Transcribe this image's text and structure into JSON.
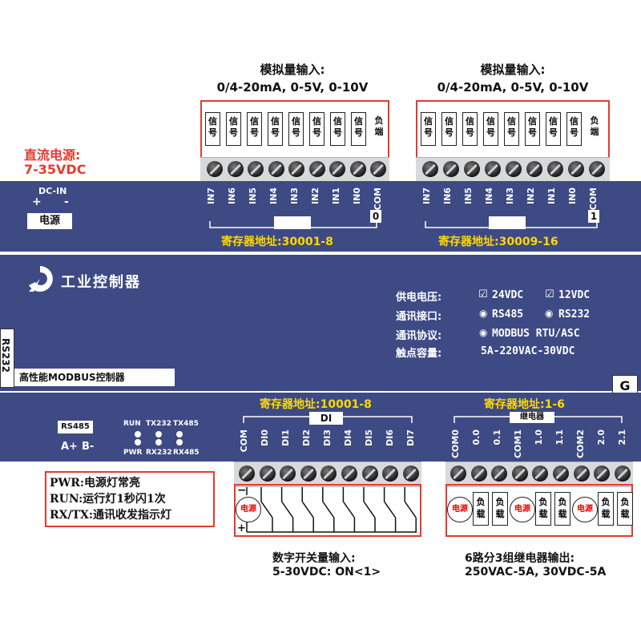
{
  "analog_group_0": {
    "title": "模拟量输入:",
    "ranges": "0/4-20mA, 0-5V, 0-10V",
    "signal_label": "信号",
    "load_label": "负端",
    "channels": [
      "IN7",
      "IN6",
      "IN5",
      "IN4",
      "IN3",
      "IN2",
      "IN1",
      "IN0",
      "COM"
    ],
    "module_number": "0",
    "register": "寄存器地址:30001-8"
  },
  "analog_group_1": {
    "title": "模拟量输入:",
    "ranges": "0/4-20mA, 0-5V, 0-10V",
    "signal_label": "信号",
    "load_label": "负端",
    "channels": [
      "IN7",
      "IN6",
      "IN5",
      "IN4",
      "IN3",
      "IN2",
      "IN1",
      "IN0",
      "COM"
    ],
    "module_number": "1",
    "register": "寄存器地址:30009-16"
  },
  "power_supply": {
    "title": "直流电源:",
    "range": "7-35VDC",
    "dc_in_label": "DC-IN",
    "plus": "+",
    "minus": "-",
    "label": "电源"
  },
  "brand": {
    "name": "工业控制器",
    "subtitle": "高性能MODBUS控制器"
  },
  "specs": {
    "voltage_label": "供电电压:",
    "voltage_opt1": "24VDC",
    "voltage_opt2": "12VDC",
    "comm_label": "通讯接口:",
    "comm_opt1": "RS485",
    "comm_opt2": "RS232",
    "protocol_label": "通讯协议:",
    "protocol_value": "MODBUS RTU/ASC",
    "contact_label": "触点容量:",
    "contact_value": "5A-220VAC-30VDC"
  },
  "ports": {
    "rs232": "RS232",
    "g": "G",
    "rs485": "RS485",
    "a_plus": "A+",
    "b_minus": "B-",
    "led_top": [
      "RUN",
      "TX232",
      "TX485"
    ],
    "led_bottom": [
      "PWR",
      "RX232",
      "RX485"
    ]
  },
  "digital_input": {
    "register": "寄存器地址:10001-8",
    "tag": "DI",
    "channels": [
      "COM",
      "DI0",
      "DI1",
      "DI2",
      "DI3",
      "DI4",
      "DI5",
      "DI6",
      "DI7"
    ],
    "power_label": "电源",
    "caption_line1": "数字开关量输入:",
    "caption_line2": "5-30VDC: ON<1>"
  },
  "relay_output": {
    "register": "寄存器地址:1-6",
    "tag": "继电器",
    "channels": [
      "COM0",
      "0.0",
      "0.1",
      "COM1",
      "1.0",
      "1.1",
      "COM2",
      "2.0",
      "2.1"
    ],
    "power_label": "电源",
    "load_label": "负载",
    "caption_line1": "6路分3组继电器输出:",
    "caption_line2": "250VAC-5A, 30VDC-5A"
  },
  "legend": {
    "line1": "PWR:电源灯常亮",
    "line2": "RUN:运行灯1秒闪1次",
    "line3": "RX/TX:通讯收发指示灯"
  },
  "colors": {
    "panel": "#3d4a84",
    "accent_red": "#e63a2e",
    "register_yellow": "#ffd800"
  }
}
